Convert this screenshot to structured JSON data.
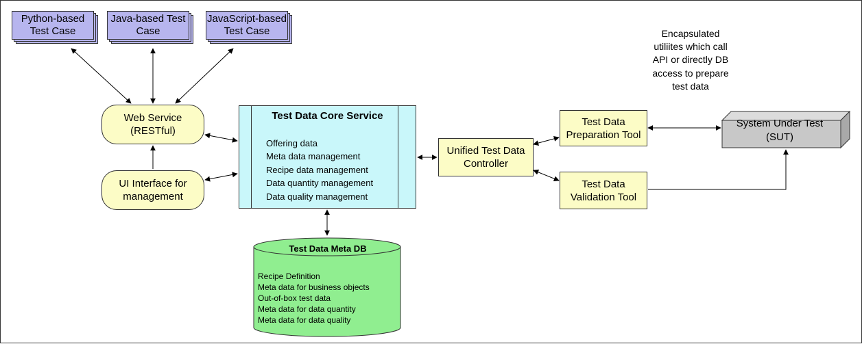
{
  "test_cases": [
    {
      "label": "Python-based Test Case"
    },
    {
      "label": "Java-based Test Case"
    },
    {
      "label": "JavaScript-based Test Case"
    }
  ],
  "web_service": {
    "label": "Web Service (RESTful)"
  },
  "ui_interface": {
    "label": "UI Interface for management"
  },
  "core_service": {
    "title": "Test Data Core Service",
    "items": [
      "Offering data",
      "Meta data management",
      "Recipe data management",
      "Data quantity management",
      "Data quality management"
    ]
  },
  "meta_db": {
    "title": "Test Data Meta DB",
    "items": [
      "Recipe Definition",
      "Meta data for business objects",
      "Out-of-box test data",
      "Meta data for data quantity",
      "Meta data for data quality"
    ]
  },
  "controller": {
    "label": "Unified Test Data Controller"
  },
  "prep_tool": {
    "label": "Test Data Preparation Tool"
  },
  "validation_tool": {
    "label": "Test Data Validation Tool"
  },
  "annotation": {
    "text": "Encapsulated utiliites which call API or directly DB access to prepare test data"
  },
  "sut": {
    "label": "System Under Test (SUT)"
  },
  "colors": {
    "test_case_fill": "#b7b5ee",
    "pill_fill": "#fcfcc6",
    "core_fill": "#c9f7fa",
    "db_fill": "#90ee90",
    "sut_fill": "#c8c8c8"
  }
}
